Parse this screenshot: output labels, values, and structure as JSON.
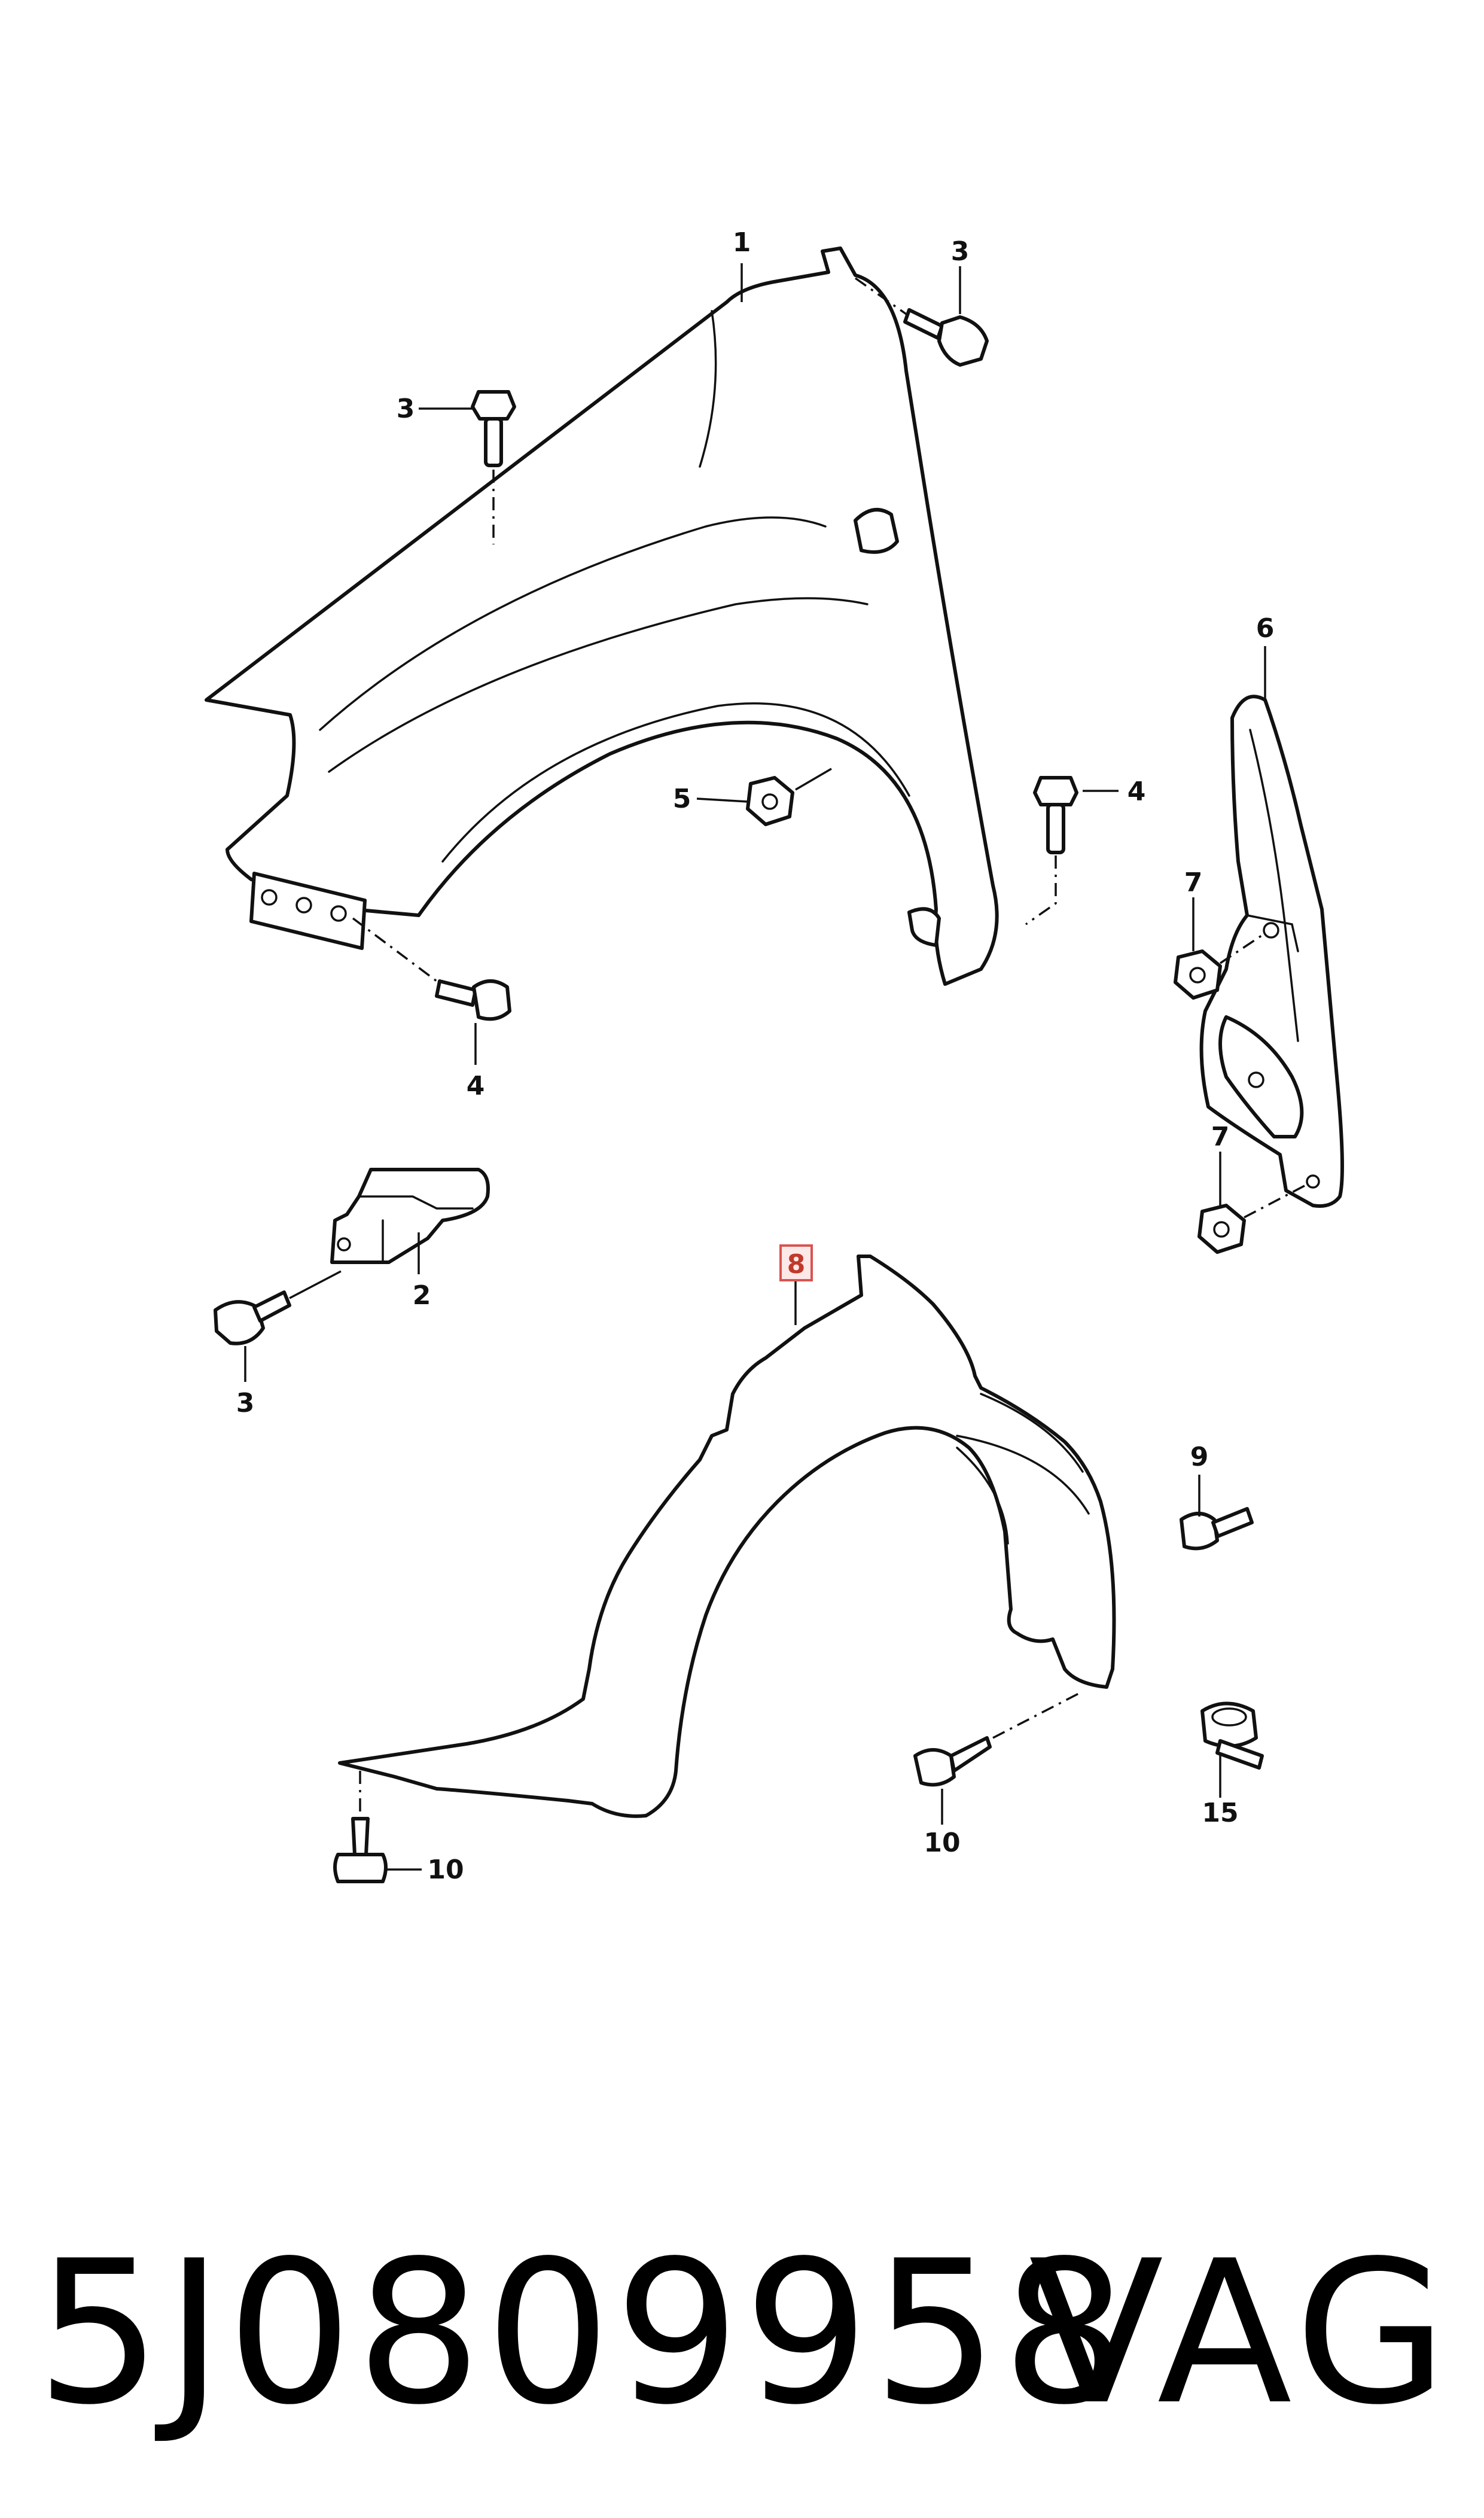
{
  "callouts": {
    "fender": "1",
    "bracket": "2",
    "bolt_top_right": "3",
    "bolt_top_left": "3",
    "bolt_bracket": "3",
    "bolt_rear": "4",
    "bolt_front_lower": "4",
    "nut_arch": "5",
    "mud_flap": "6",
    "nut_flap_upper": "7",
    "nut_flap_lower": "7",
    "wheel_liner": "8",
    "bolt_small": "9",
    "screw_center": "10",
    "screw_left": "10",
    "clip": "15"
  },
  "highlighted_callout": "8",
  "colors": {
    "line": "#111111",
    "highlight_box": "#fde8e8",
    "highlight_border": "#d9534f"
  },
  "footer": {
    "part_number": "5J0809958",
    "brand": "VAG"
  }
}
